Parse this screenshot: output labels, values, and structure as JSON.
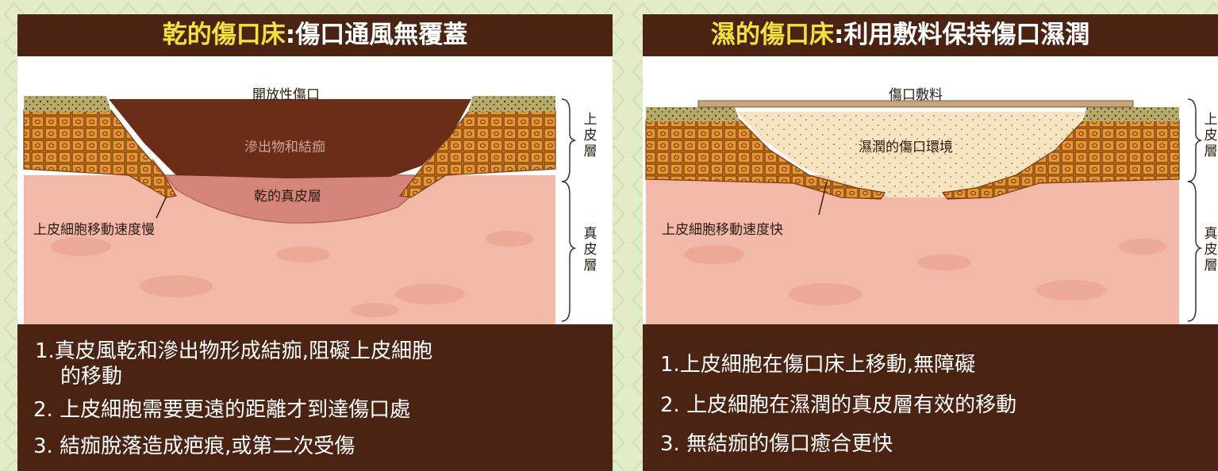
{
  "left_panel": {
    "title_highlight": "乾的傷口床",
    "title_rest": ":傷口通風無覆蓋",
    "labels": {
      "top": "開放性傷口",
      "scab": "滲出物和結痂",
      "dermis": "乾的真皮層",
      "migration": "上皮細胞移動速度慢"
    },
    "notes": [
      "1.真皮風乾和滲出物形成結痂,阻礙上皮細胞",
      "的移動",
      "2. 上皮細胞需要更遠的距離才到達傷口處",
      "3. 結痂脫落造成疤痕,或第二次受傷"
    ]
  },
  "right_panel": {
    "title_highlight": "濕的傷口床",
    "title_rest": ":利用敷料保持傷口濕潤",
    "labels": {
      "top": "傷口敷料",
      "moist": "濕潤的傷口環境",
      "migration": "上皮細胞移動速度快"
    },
    "notes": [
      "1.上皮細胞在傷口床上移動,無障礙",
      "2. 上皮細胞在濕潤的真皮層有效的移動",
      "3. 無結痂的傷口癒合更快"
    ]
  },
  "side_labels": {
    "epidermis": "上皮層",
    "dermis": "真皮層"
  },
  "colors": {
    "panel_bg": "#4a2313",
    "title_highlight": "#f2e23a",
    "dermis": "#f2b9a8",
    "cells": "#e8962e",
    "scab": "#6b2c18",
    "dry_dermis": "#d4857c",
    "moist": "#f6e3c0",
    "page_bg": "#e3ecc8"
  }
}
